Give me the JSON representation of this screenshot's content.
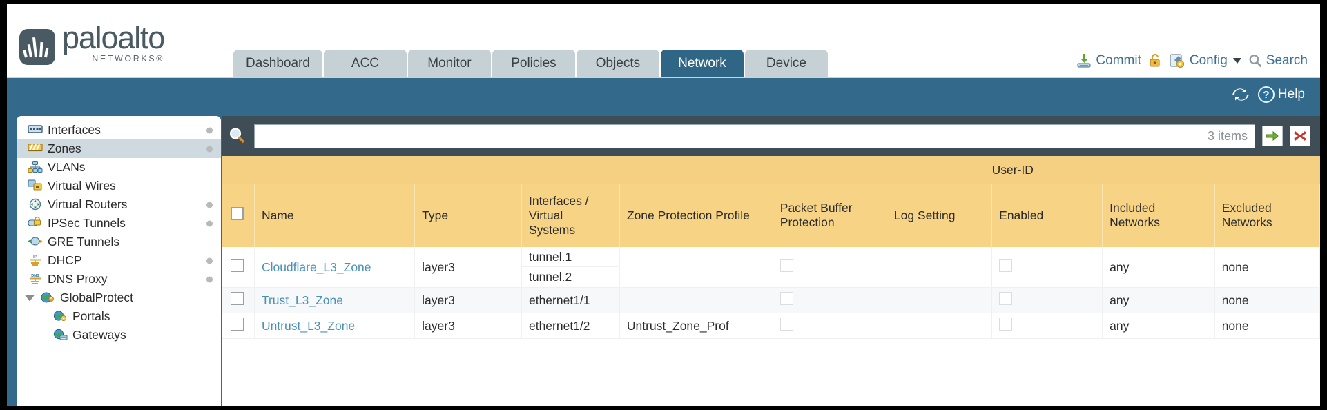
{
  "brand": {
    "word": "paloalto",
    "sub": "NETWORKS®",
    "logo_icon": "paloalto-logo-icon"
  },
  "tabs": [
    {
      "label": "Dashboard",
      "active": false
    },
    {
      "label": "ACC",
      "active": false
    },
    {
      "label": "Monitor",
      "active": false
    },
    {
      "label": "Policies",
      "active": false
    },
    {
      "label": "Objects",
      "active": false
    },
    {
      "label": "Network",
      "active": true
    },
    {
      "label": "Device",
      "active": false
    }
  ],
  "top_actions": {
    "commit": "Commit",
    "config": "Config",
    "search": "Search",
    "lock_icon": "unlock-padlock-icon",
    "commit_icon": "commit-download-icon",
    "config_icon": "config-wrench-gear-icon",
    "search_icon": "search-magnifier-icon"
  },
  "blue_bar": {
    "help": "Help",
    "refresh_icon": "refresh-icon",
    "help_icon": "help-question-icon"
  },
  "sidebar": {
    "items": [
      {
        "label": "Interfaces",
        "icon": "interfaces-icon",
        "dot": true,
        "selected": false,
        "level": 0
      },
      {
        "label": "Zones",
        "icon": "zones-icon",
        "dot": true,
        "selected": true,
        "level": 0
      },
      {
        "label": "VLANs",
        "icon": "vlans-icon",
        "dot": false,
        "selected": false,
        "level": 0
      },
      {
        "label": "Virtual Wires",
        "icon": "virtual-wires-icon",
        "dot": false,
        "selected": false,
        "level": 0
      },
      {
        "label": "Virtual Routers",
        "icon": "virtual-routers-icon",
        "dot": true,
        "selected": false,
        "level": 0
      },
      {
        "label": "IPSec Tunnels",
        "icon": "ipsec-tunnels-icon",
        "dot": true,
        "selected": false,
        "level": 0
      },
      {
        "label": "GRE Tunnels",
        "icon": "gre-tunnels-icon",
        "dot": false,
        "selected": false,
        "level": 0
      },
      {
        "label": "DHCP",
        "icon": "dhcp-icon",
        "dot": true,
        "selected": false,
        "level": 0
      },
      {
        "label": "DNS Proxy",
        "icon": "dns-proxy-icon",
        "dot": true,
        "selected": false,
        "level": 0
      },
      {
        "label": "GlobalProtect",
        "icon": "globalprotect-icon",
        "dot": false,
        "selected": false,
        "level": 0,
        "expanded": true
      },
      {
        "label": "Portals",
        "icon": "portals-icon",
        "dot": false,
        "selected": false,
        "level": 1
      },
      {
        "label": "Gateways",
        "icon": "gateways-icon",
        "dot": false,
        "selected": false,
        "level": 1
      }
    ]
  },
  "filter": {
    "value": "",
    "placeholder": "",
    "items_count": "3 items",
    "search_icon": "filter-magnifier-icon",
    "apply_icon": "green-arrow-apply-icon",
    "clear_icon": "red-x-clear-icon"
  },
  "table": {
    "group_header": "User-ID",
    "columns": [
      "Name",
      "Type",
      "Interfaces / Virtual Systems",
      "Zone Protection Profile",
      "Packet Buffer Protection",
      "Log Setting",
      "Enabled",
      "Included Networks",
      "Excluded Networks"
    ],
    "rows": [
      {
        "selected": false,
        "name": "Cloudflare_L3_Zone",
        "type": "layer3",
        "interfaces": [
          "tunnel.1",
          "tunnel.2"
        ],
        "zone_protection_profile": "",
        "packet_buffer_protection": false,
        "log_setting": "",
        "userid_enabled": false,
        "included_networks": "any",
        "excluded_networks": "none"
      },
      {
        "selected": false,
        "name": "Trust_L3_Zone",
        "type": "layer3",
        "interfaces": [
          "ethernet1/1"
        ],
        "zone_protection_profile": "",
        "packet_buffer_protection": false,
        "log_setting": "",
        "userid_enabled": false,
        "included_networks": "any",
        "excluded_networks": "none"
      },
      {
        "selected": false,
        "name": "Untrust_L3_Zone",
        "type": "layer3",
        "interfaces": [
          "ethernet1/2"
        ],
        "zone_protection_profile": "Untrust_Zone_Prof",
        "packet_buffer_protection": false,
        "log_setting": "",
        "userid_enabled": false,
        "included_networks": "any",
        "excluded_networks": "none"
      }
    ]
  },
  "colors": {
    "brand_slate": "#4a5a63",
    "tab_active": "#2f6585",
    "tab_inactive": "#c5d1d5",
    "chrome_blue": "#336a8c",
    "content_dark": "#3e4d56",
    "header_amber": "#f7d385",
    "group_amber": "#dfa832",
    "link_blue": "#4a91b5"
  }
}
